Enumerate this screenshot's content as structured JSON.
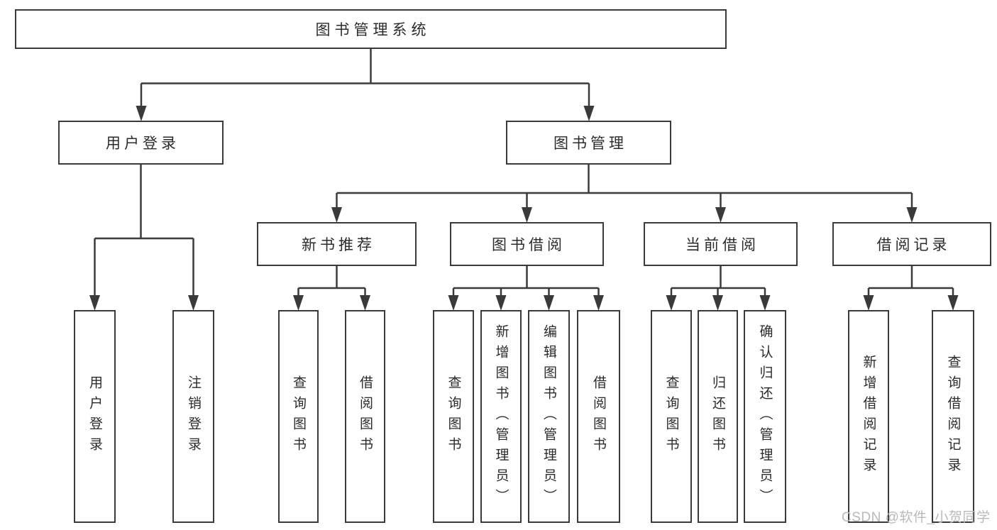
{
  "colors": {
    "line": "#3a3a3a",
    "box_border": "#3a3a3a",
    "box_fill": "#ffffff",
    "text": "#2b2b2b",
    "watermark_text": "#b9b9b9",
    "background": "#ffffff"
  },
  "tree": {
    "root": {
      "label": "图书管理系统"
    },
    "branches": [
      {
        "label": "用户登录",
        "children": [
          {
            "label": "用户登录"
          },
          {
            "label": "注销登录"
          }
        ]
      },
      {
        "label": "图书管理",
        "children": [
          {
            "label": "新书推荐",
            "children": [
              {
                "label": "查询图书"
              },
              {
                "label": "借阅图书"
              }
            ]
          },
          {
            "label": "图书借阅",
            "children": [
              {
                "label": "查询图书"
              },
              {
                "label": "新增图书（管理员）"
              },
              {
                "label": "编辑图书（管理员）"
              },
              {
                "label": "借阅图书"
              }
            ]
          },
          {
            "label": "当前借阅",
            "children": [
              {
                "label": "查询图书"
              },
              {
                "label": "归还图书"
              },
              {
                "label": "确认归还（管理员）"
              }
            ]
          },
          {
            "label": "借阅记录",
            "children": [
              {
                "label": "新增借阅记录"
              },
              {
                "label": "查询借阅记录"
              }
            ]
          }
        ]
      }
    ]
  },
  "watermark": {
    "text": "CSDN @软件_小贺同学"
  }
}
